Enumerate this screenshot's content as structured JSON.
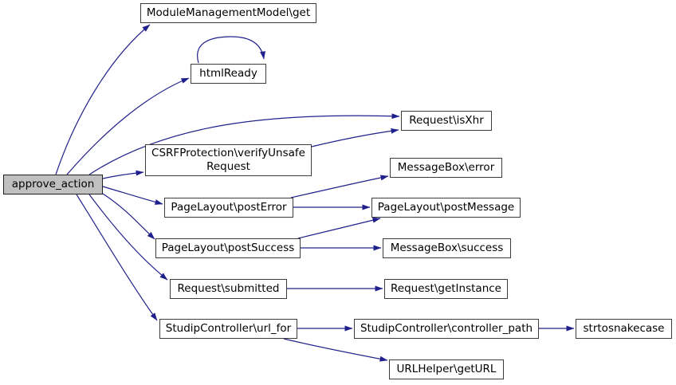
{
  "diagram": {
    "kind": "doxygen-call-graph",
    "root_function": "approve_action",
    "colors": {
      "background": "#ffffff",
      "edge": "#20208c",
      "node_border": "#3c3c3c",
      "node_fill": "#ffffff",
      "root_node_fill": "#c0c0c0",
      "text": "#000000"
    }
  },
  "nodes": {
    "approve_action": {
      "label": "approve_action"
    },
    "module_management_model_get": {
      "label": "ModuleManagementModel\\get"
    },
    "html_ready": {
      "label": "htmlReady"
    },
    "request_is_xhr": {
      "label": "Request\\isXhr"
    },
    "csrf_verify_unsafe_request": {
      "lines": [
        "CSRFProtection\\verifyUnsafe",
        "Request"
      ]
    },
    "message_box_error": {
      "label": "MessageBox\\error"
    },
    "page_layout_post_error": {
      "label": "PageLayout\\postError"
    },
    "page_layout_post_message": {
      "label": "PageLayout\\postMessage"
    },
    "page_layout_post_success": {
      "label": "PageLayout\\postSuccess"
    },
    "message_box_success": {
      "label": "MessageBox\\success"
    },
    "request_submitted": {
      "label": "Request\\submitted"
    },
    "request_get_instance": {
      "label": "Request\\getInstance"
    },
    "studip_controller_url_for": {
      "label": "StudipController\\url_for"
    },
    "studip_controller_controller_path": {
      "label": "StudipController\\controller_path"
    },
    "strtosnakecase": {
      "label": "strtosnakecase"
    },
    "url_helper_get_url": {
      "label": "URLHelper\\getURL"
    }
  },
  "edges": [
    {
      "from": "approve_action",
      "to": "ModuleManagementModel\\get"
    },
    {
      "from": "approve_action",
      "to": "htmlReady"
    },
    {
      "from": "approve_action",
      "to": "Request\\isXhr"
    },
    {
      "from": "approve_action",
      "to": "CSRFProtection\\verifyUnsafeRequest"
    },
    {
      "from": "approve_action",
      "to": "PageLayout\\postError"
    },
    {
      "from": "approve_action",
      "to": "PageLayout\\postSuccess"
    },
    {
      "from": "approve_action",
      "to": "Request\\submitted"
    },
    {
      "from": "approve_action",
      "to": "StudipController\\url_for"
    },
    {
      "from": "htmlReady",
      "to": "htmlReady"
    },
    {
      "from": "CSRFProtection\\verifyUnsafeRequest",
      "to": "Request\\isXhr"
    },
    {
      "from": "PageLayout\\postError",
      "to": "MessageBox\\error"
    },
    {
      "from": "PageLayout\\postError",
      "to": "PageLayout\\postMessage"
    },
    {
      "from": "PageLayout\\postSuccess",
      "to": "PageLayout\\postMessage"
    },
    {
      "from": "PageLayout\\postSuccess",
      "to": "MessageBox\\success"
    },
    {
      "from": "Request\\submitted",
      "to": "Request\\getInstance"
    },
    {
      "from": "StudipController\\url_for",
      "to": "StudipController\\controller_path"
    },
    {
      "from": "StudipController\\url_for",
      "to": "URLHelper\\getURL"
    },
    {
      "from": "StudipController\\controller_path",
      "to": "strtosnakecase"
    }
  ]
}
